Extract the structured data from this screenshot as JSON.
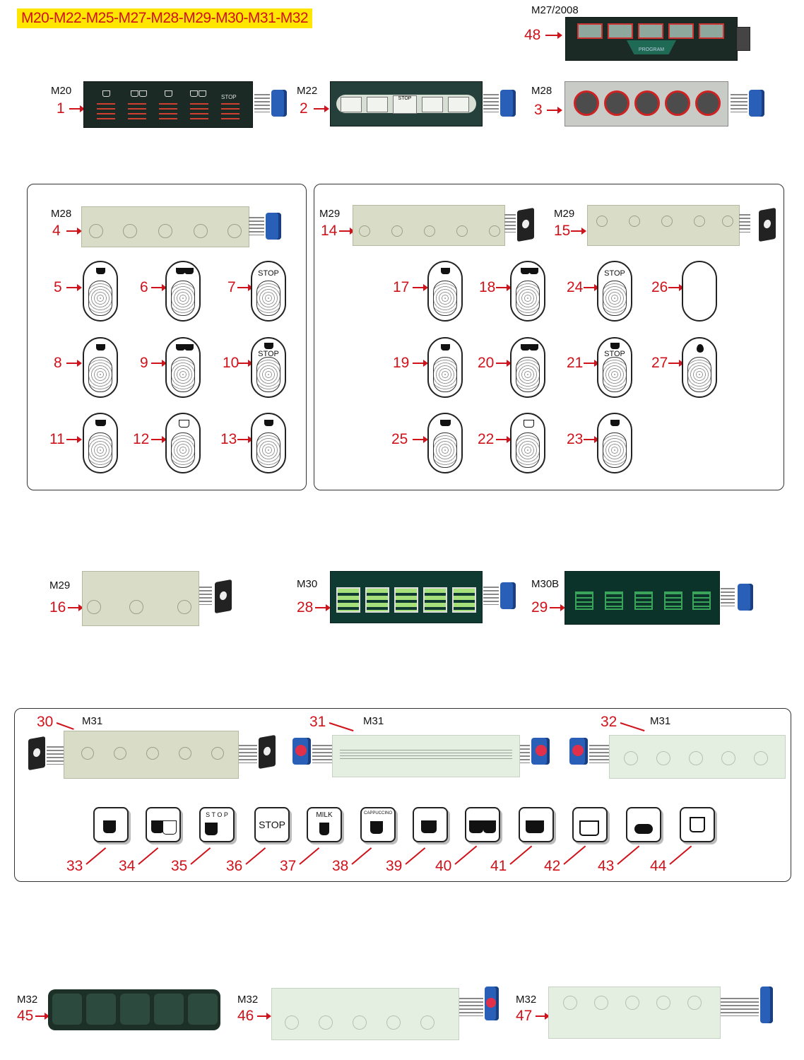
{
  "header": {
    "title": "M20-M22-M25-M27-M28-M29-M30-M31-M32"
  },
  "models": {
    "m27": "M27/2008",
    "m20": "M20",
    "m22": "M22",
    "m28a": "M28",
    "m28b": "M28",
    "m29a": "M29",
    "m29b": "M29",
    "m29c": "M29",
    "m30": "M30",
    "m30b": "M30B",
    "m31a": "M31",
    "m31b": "M31",
    "m31c": "M31",
    "m32a": "M32",
    "m32b": "M32",
    "m32c": "M32"
  },
  "panels": {
    "stop_label": "STOP",
    "m27_label": "PROGRAM"
  },
  "numbers": {
    "n1": "1",
    "n2": "2",
    "n3": "3",
    "n4": "4",
    "n5": "5",
    "n6": "6",
    "n7": "7",
    "n8": "8",
    "n9": "9",
    "n10": "10",
    "n11": "11",
    "n12": "12",
    "n13": "13",
    "n14": "14",
    "n15": "15",
    "n16": "16",
    "n17": "17",
    "n18": "18",
    "n19": "19",
    "n20": "20",
    "n21": "21",
    "n22": "22",
    "n23": "23",
    "n24": "24",
    "n25": "25",
    "n26": "26",
    "n27": "27",
    "n28": "28",
    "n29": "29",
    "n30": "30",
    "n31": "31",
    "n32": "32",
    "n33": "33",
    "n34": "34",
    "n35": "35",
    "n36": "36",
    "n37": "37",
    "n38": "38",
    "n39": "39",
    "n40": "40",
    "n41": "41",
    "n42": "42",
    "n43": "43",
    "n44": "44",
    "n45": "45",
    "n46": "46",
    "n47": "47",
    "n48": "48"
  },
  "buttons": {
    "stop": "STOP"
  },
  "keys": {
    "stop_dots": "S T O P",
    "stop": "STOP",
    "milk": "MILK",
    "cappuccino": "CAPPUCCINO"
  }
}
